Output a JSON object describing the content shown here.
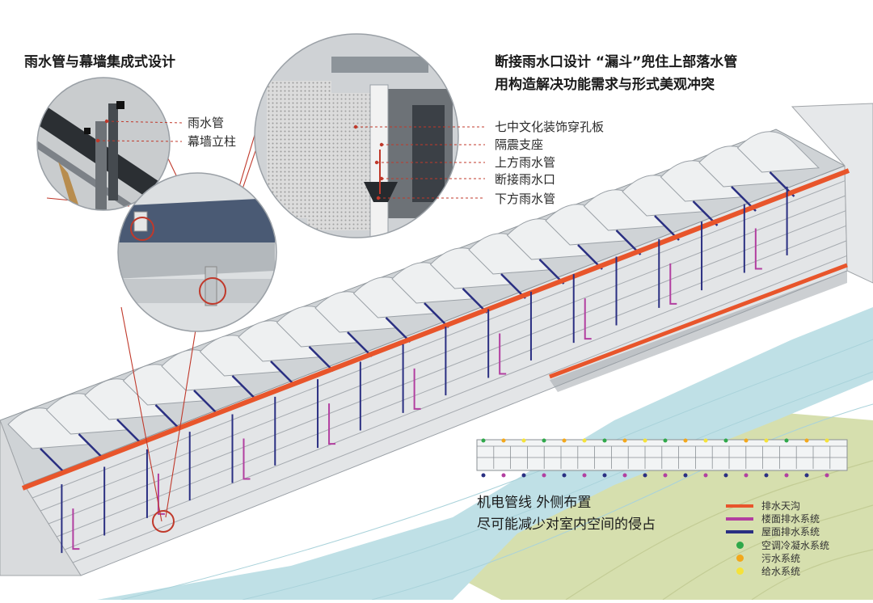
{
  "titles": {
    "left": "雨水管与幕墙集成式设计",
    "right_line1": "断接雨水口设计 “漏斗”兜住上部落水管",
    "right_line2": "用构造解决功能需求与形式美观冲突"
  },
  "callouts_left": [
    "雨水管",
    "幕墙立柱"
  ],
  "callouts_right": [
    "七中文化装饰穿孔板",
    "隔震支座",
    "上方雨水管",
    "断接雨水口",
    "下方雨水管"
  ],
  "note": {
    "line1": "机电管线  外侧布置",
    "line2": "尽可能减少对室内空间的侵占"
  },
  "legend": [
    {
      "label": "排水天沟",
      "kind": "line",
      "color": "#e8552b"
    },
    {
      "label": "楼面排水系统",
      "kind": "line",
      "color": "#b23fa0"
    },
    {
      "label": "屋面排水系统",
      "kind": "line",
      "color": "#2a2f82"
    },
    {
      "label": "空调冷凝水系统",
      "kind": "dot",
      "color": "#2fa84a"
    },
    {
      "label": "污水系统",
      "kind": "dot",
      "color": "#f2a81c"
    },
    {
      "label": "给水系统",
      "kind": "dot",
      "color": "#f5e23a"
    }
  ],
  "colors": {
    "gutter": "#e8552b",
    "floor_drain": "#b23fa0",
    "roof_drain": "#2a2f82",
    "river": "#bfe0e6",
    "field": "#d6dfae",
    "leader": "#c0392b"
  }
}
